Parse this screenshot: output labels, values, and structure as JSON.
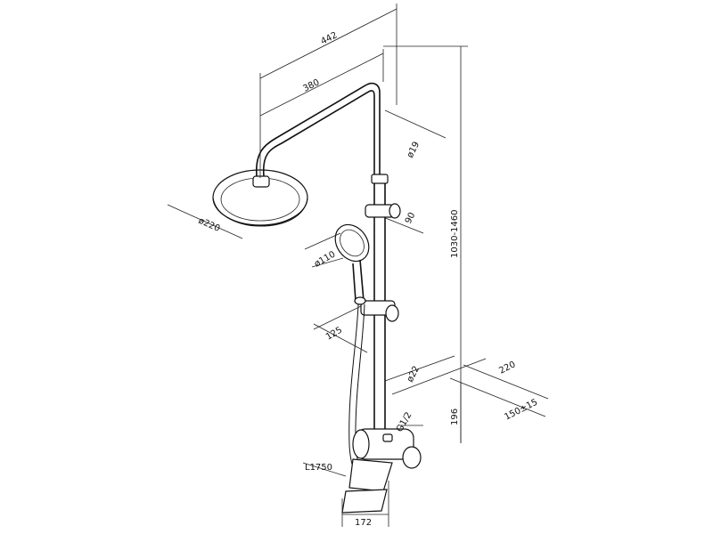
{
  "dimensions": {
    "arm_outer": "442",
    "arm_inner": "380",
    "pipe_diameter": "ø19",
    "head_diameter": "ø220",
    "height_range": "1030-1460",
    "slider_offset": "90",
    "handshower_diameter": "ø110",
    "handshower_holder": "125",
    "column_diameter": "ø22",
    "wall_to_head": "220",
    "center_distance": "150±15",
    "mixer_height": "196",
    "connection": "G1/2",
    "hose_length": "L1750",
    "spout_length": "172"
  }
}
